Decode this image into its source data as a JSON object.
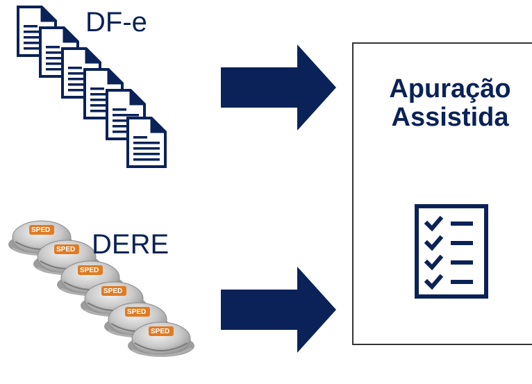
{
  "inputs": {
    "documents": {
      "label": "DF-e",
      "icon": "document-stack-icon"
    },
    "dere": {
      "label": "DERE",
      "badge": "SPED",
      "icon": "sped-disc-stack-icon"
    }
  },
  "output": {
    "title_line1": "Apuração",
    "title_line2": "Assistida",
    "icon": "checklist-icon"
  },
  "colors": {
    "primary": "#0a2257",
    "box_border": "#333333",
    "sped_badge": "#e07b22"
  }
}
